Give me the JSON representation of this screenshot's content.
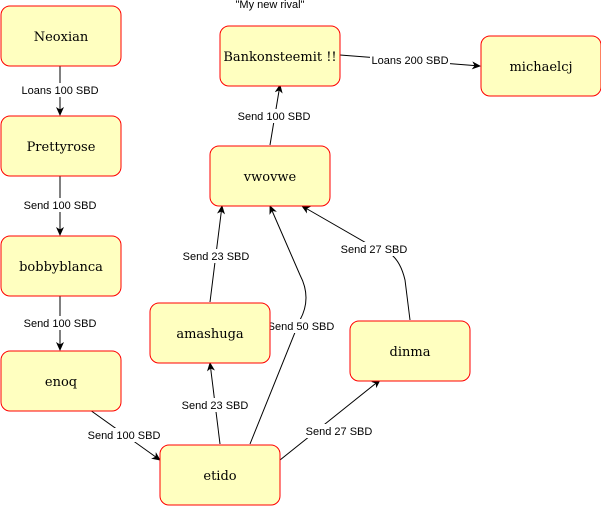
{
  "caption": "\"My new rival\"",
  "nodes": {
    "neoxian": "Neoxian",
    "prettyrose": "Prettyrose",
    "bobbyblanca": "bobbyblanca",
    "enoq": "enoq",
    "bankonsteemit": "Bankonsteemit !!",
    "michaelcj": "michaelcj",
    "vwovwe": "vwovwe",
    "amashuga": "amashuga",
    "dinma": "dinma",
    "etido": "etido"
  },
  "edges": {
    "neoxian_prettyrose": "Loans 100 SBD",
    "prettyrose_bobbyblanca": "Send 100 SBD",
    "bobbyblanca_enoq": "Send 100 SBD",
    "enoq_etido": "Send 100 SBD",
    "bankonsteemit_michaelcj": "Loans 200 SBD",
    "vwovwe_bankonsteemit": "Send 100 SBD",
    "amashuga_vwovwe": "Send 23 SBD",
    "etido_amashuga": "Send 23 SBD",
    "etido_vwovwe": "Send 50 SBD",
    "dinma_vwovwe": "Send  27 SBD",
    "etido_dinma": "Send  27 SBD"
  }
}
